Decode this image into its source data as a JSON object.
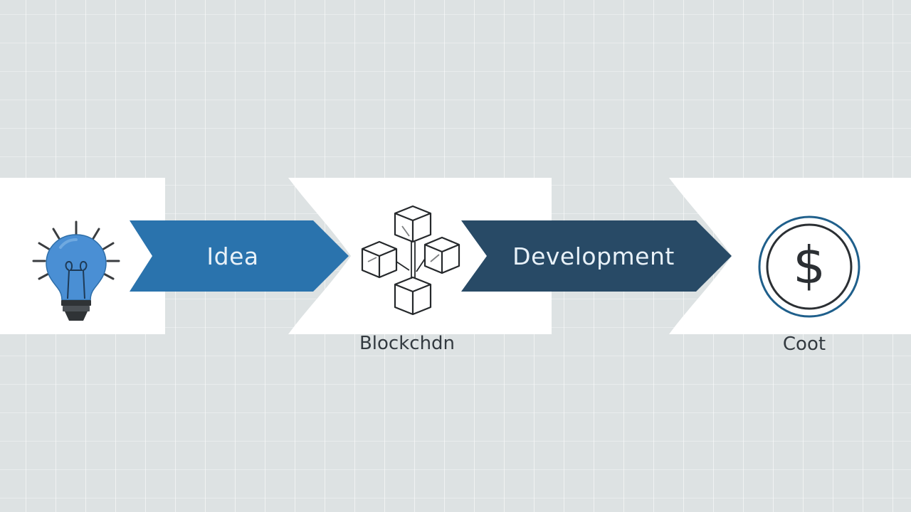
{
  "diagram": {
    "type": "process-flow",
    "steps": [
      {
        "id": "idea-icon",
        "icon": "lightbulb-icon",
        "label": ""
      },
      {
        "id": "idea-arrow",
        "label": "Idea",
        "color": "#2a73ad"
      },
      {
        "id": "blockchain",
        "icon": "blockchain-cubes-icon",
        "label": "Blockchdn"
      },
      {
        "id": "development-arrow",
        "label": "Development",
        "color": "#284a66"
      },
      {
        "id": "cost",
        "icon": "dollar-coin-icon",
        "label": "Coot"
      }
    ]
  },
  "colors": {
    "background": "#dde2e3",
    "panel": "#ffffff",
    "arrow_primary": "#2a73ad",
    "arrow_dark": "#284a66",
    "bulb": "#4a8fd4",
    "coin_ring": "#1f5f8b",
    "ink": "#2b2f33"
  }
}
